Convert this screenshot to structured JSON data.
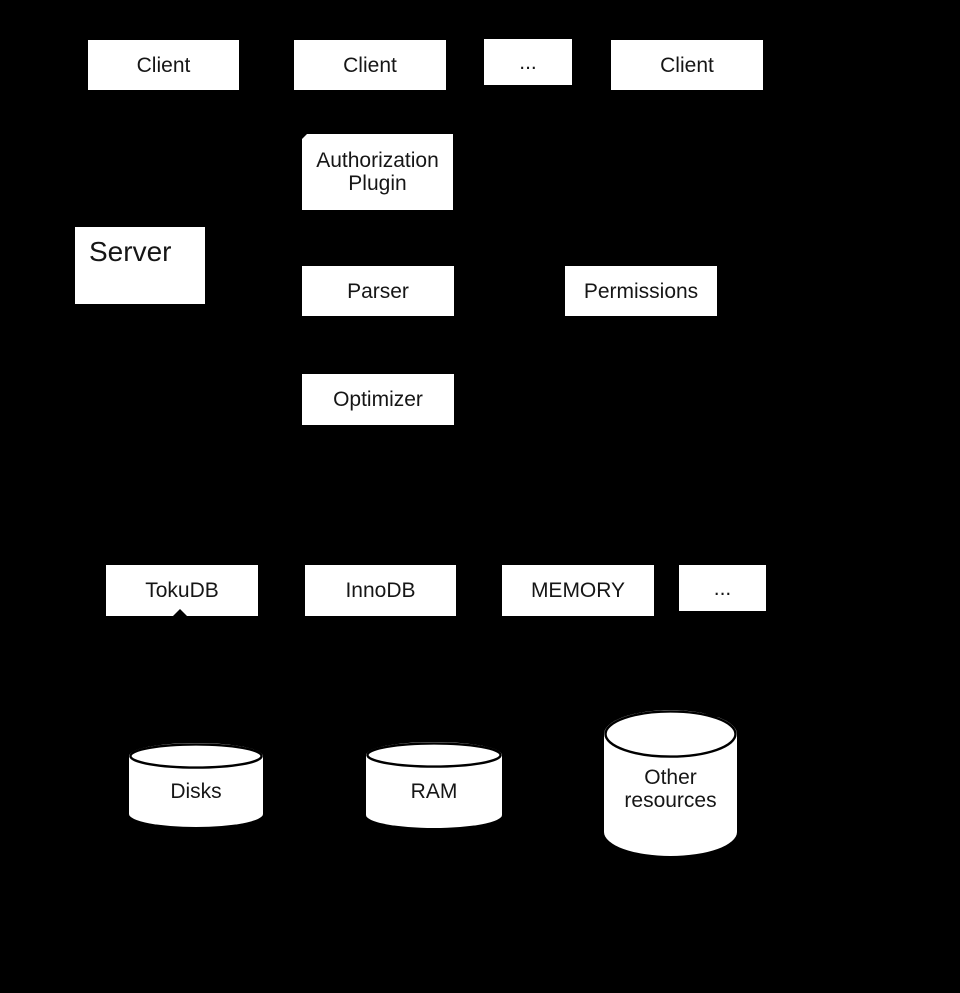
{
  "diagram": {
    "colors": {
      "background": "#000000",
      "node_fill": "#ffffff",
      "node_text": "#161616",
      "cylinder_outline": "#000000"
    },
    "nodes": {
      "client1": {
        "label": "Client"
      },
      "client2": {
        "label": "Client"
      },
      "clients_more": {
        "label": "..."
      },
      "client3": {
        "label": "Client"
      },
      "server": {
        "label": "Server"
      },
      "auth_plugin": {
        "label": "Authorization Plugin"
      },
      "parser": {
        "label": "Parser"
      },
      "permissions": {
        "label": "Permissions"
      },
      "optimizer": {
        "label": "Optimizer"
      },
      "tokudb": {
        "label": "TokuDB"
      },
      "innodb": {
        "label": "InnoDB"
      },
      "memory": {
        "label": "MEMORY"
      },
      "engines_more": {
        "label": "..."
      },
      "disks": {
        "label": "Disks"
      },
      "ram": {
        "label": "RAM"
      },
      "other_resources": {
        "label": "Other resources"
      }
    }
  }
}
